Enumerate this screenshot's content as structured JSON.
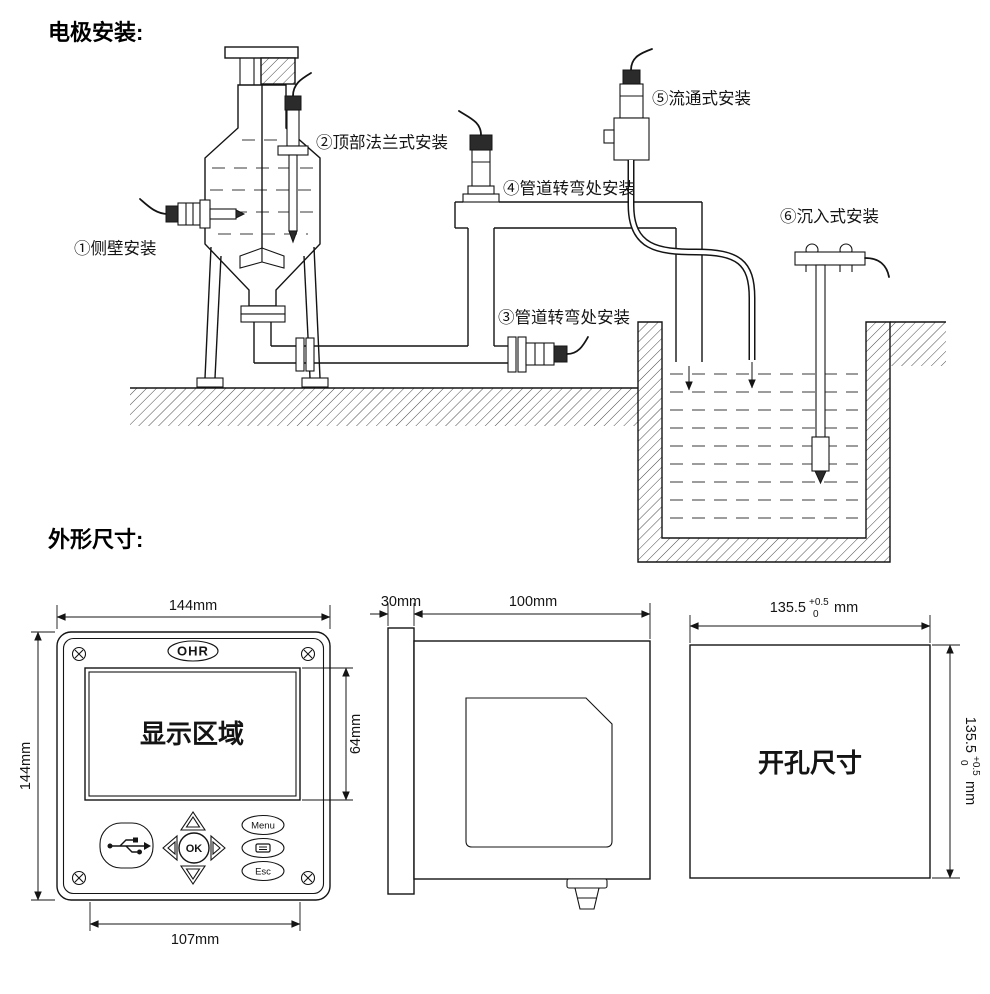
{
  "titles": {
    "electrode": "电极安装:",
    "dimensions": "外形尺寸:"
  },
  "install": {
    "side_wall": "①侧壁安装",
    "top_flange": "②顶部法兰式安装",
    "pipe_bend_bottom": "③管道转弯处安装",
    "pipe_bend_top": "④管道转弯处安装",
    "flow_through": "⑤流通式安装",
    "immersion": "⑥沉入式安装"
  },
  "front": {
    "brand": "OHR",
    "display_area": "显示区域",
    "menu": "Menu",
    "ok": "OK",
    "esc": "Esc",
    "width": "144mm",
    "height": "144mm",
    "display_height": "64mm",
    "keypad_width": "107mm"
  },
  "side": {
    "flange_depth": "30mm",
    "body_depth": "100mm"
  },
  "cutout": {
    "label": "开孔尺寸",
    "value": "135.5",
    "tol_plus": "+0.5",
    "tol_zero": "0",
    "unit": "mm"
  }
}
